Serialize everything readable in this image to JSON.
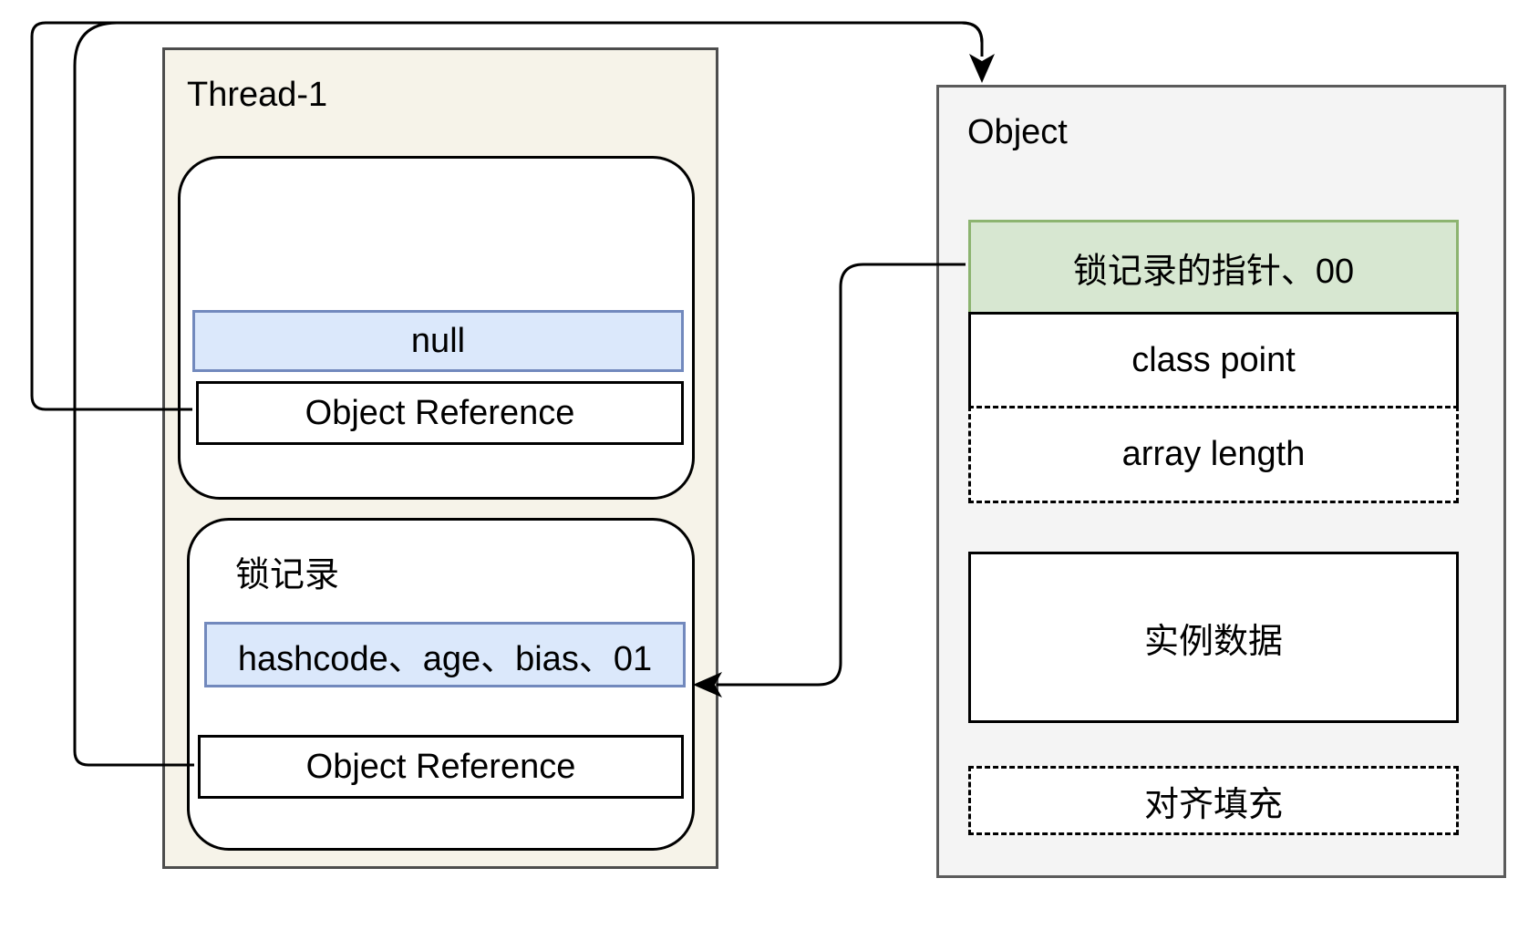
{
  "colors": {
    "thread_bg": "#f6f3e9",
    "object_bg": "#f4f4f4",
    "container_border": "#4d4d4d",
    "box_border": "#000000",
    "blue_fill": "#dbe8fb",
    "blue_border": "#7289bd",
    "green_fill": "#d7e7d1",
    "green_border": "#8cb470",
    "arrow": "#000000"
  },
  "thread": {
    "title": "Thread-1",
    "lock_record_1": {
      "mark_word": "null",
      "object_reference": "Object Reference"
    },
    "lock_record_2": {
      "title": "锁记录",
      "mark_word": "hashcode、age、bias、01",
      "object_reference": "Object Reference"
    }
  },
  "object": {
    "title": "Object",
    "mark_word": "锁记录的指针、00",
    "class_pointer": "class point",
    "array_length": "array length",
    "instance_data": "实例数据",
    "padding": "对齐填充"
  }
}
